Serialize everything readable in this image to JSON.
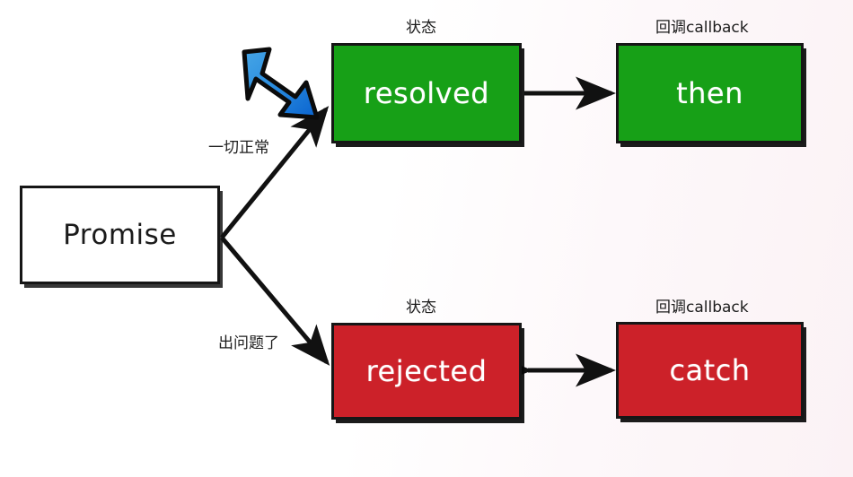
{
  "diagram": {
    "title": "Promise states and callbacks flow",
    "background": "#ffffff",
    "nodes": [
      {
        "id": "promise",
        "label": "Promise",
        "fill": "#ffffff",
        "text_color": "#1b1b1b",
        "border": "#161616"
      },
      {
        "id": "resolved",
        "label": "resolved",
        "fill": "#17a017",
        "text_color": "#ffffff",
        "border": "#161616"
      },
      {
        "id": "then",
        "label": "then",
        "fill": "#17a017",
        "text_color": "#ffffff",
        "border": "#161616"
      },
      {
        "id": "rejected",
        "label": "rejected",
        "fill": "#cc2129",
        "text_color": "#ffffff",
        "border": "#161616"
      },
      {
        "id": "catch",
        "label": "catch",
        "fill": "#cc2129",
        "text_color": "#ffffff",
        "border": "#161616"
      }
    ],
    "column_captions": {
      "state_top": "状态",
      "callback_top": "回调callback",
      "state_bottom": "状态",
      "callback_bottom": "回调callback"
    },
    "edge_labels": {
      "success": "一切正常",
      "failure": "出问题了"
    },
    "edges": [
      {
        "from": "promise",
        "to": "resolved",
        "label": "一切正常",
        "arrowheads": "end",
        "color": "#111111"
      },
      {
        "from": "promise",
        "to": "rejected",
        "label": "出问题了",
        "arrowheads": "end",
        "color": "#111111"
      },
      {
        "from": "resolved",
        "to": "then",
        "label": "",
        "arrowheads": "end",
        "color": "#111111"
      },
      {
        "from": "rejected",
        "to": "catch",
        "label": "",
        "arrowheads": "both",
        "color": "#111111"
      }
    ],
    "annotation": {
      "type": "cursor-arrow",
      "name": "blue-pointer-arrow",
      "points_to": "resolved",
      "fill_start": "#3c9fe0",
      "fill_end": "#0a66d0",
      "outline": "#0b0b0b"
    }
  }
}
